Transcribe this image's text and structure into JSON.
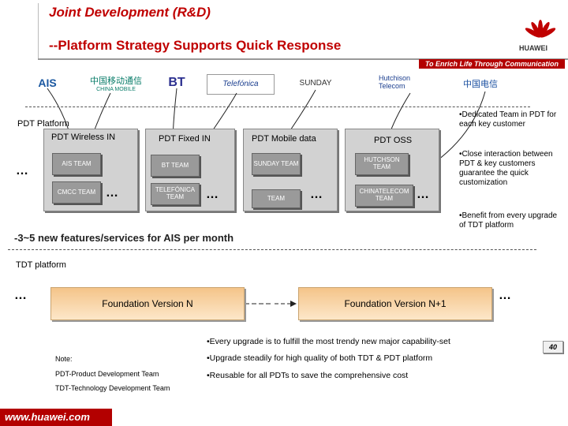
{
  "header": {
    "title_line1": "Joint Development (R&D)",
    "title_line2": "--Platform Strategy Supports Quick Response",
    "tagline": "To Enrich Life Through Communication",
    "brand": "HUAWEI"
  },
  "customer_logos": [
    {
      "name": "AIS"
    },
    {
      "name": "中国移动通信",
      "sub": "CHINA MOBILE"
    },
    {
      "name": "BT"
    },
    {
      "name": "Telefónica"
    },
    {
      "name": "SUNDAY"
    },
    {
      "name": "Hutchison",
      "sub": "Telecom"
    },
    {
      "name": "中国电信"
    }
  ],
  "pdt": {
    "heading": "PDT Platform",
    "panels": [
      {
        "label": "PDT  Wireless IN",
        "teams": [
          "AIS TEAM",
          "CMCC TEAM"
        ]
      },
      {
        "label": "PDT  Fixed IN",
        "teams": [
          "BT TEAM",
          "TELEFÓNICA TEAM"
        ]
      },
      {
        "label": "PDT  Mobile data",
        "teams": [
          "SUNDAY TEAM",
          "TEAM"
        ]
      },
      {
        "label": "PDT  OSS",
        "teams": [
          "HUTCHSON TEAM",
          "CHINATELECOM TEAM"
        ]
      }
    ],
    "ellipsis": "…",
    "features_note": "-3~5 new features/services for AIS per month"
  },
  "right_bullets": [
    "•Dedicated Team in PDT for each key customer",
    "•Close interaction between PDT & key customers guarantee the quick customization",
    "•Benefit from every upgrade of TDT platform"
  ],
  "tdt": {
    "heading": "TDT platform",
    "version_n": "Foundation Version N",
    "version_n1": "Foundation Version N+1",
    "ellipsis": "…"
  },
  "bottom_bullets": [
    "•Every upgrade is to fulfill the most trendy new major capability-set",
    "•Upgrade steadily for high quality of both TDT & PDT platform",
    "•Reusable for all PDTs to save the comprehensive cost"
  ],
  "notes": {
    "label": "Note:",
    "pdt": "PDT-Product Development Team",
    "tdt": "TDT-Technology Development Team"
  },
  "footer": {
    "url": "www.huawei.com",
    "page": "40"
  },
  "colors": {
    "title": "#c00000",
    "footer_bg": "#b30000",
    "panel": "#d2d2d2",
    "team": "#9a9a9a",
    "foundation": "#f4c489"
  }
}
